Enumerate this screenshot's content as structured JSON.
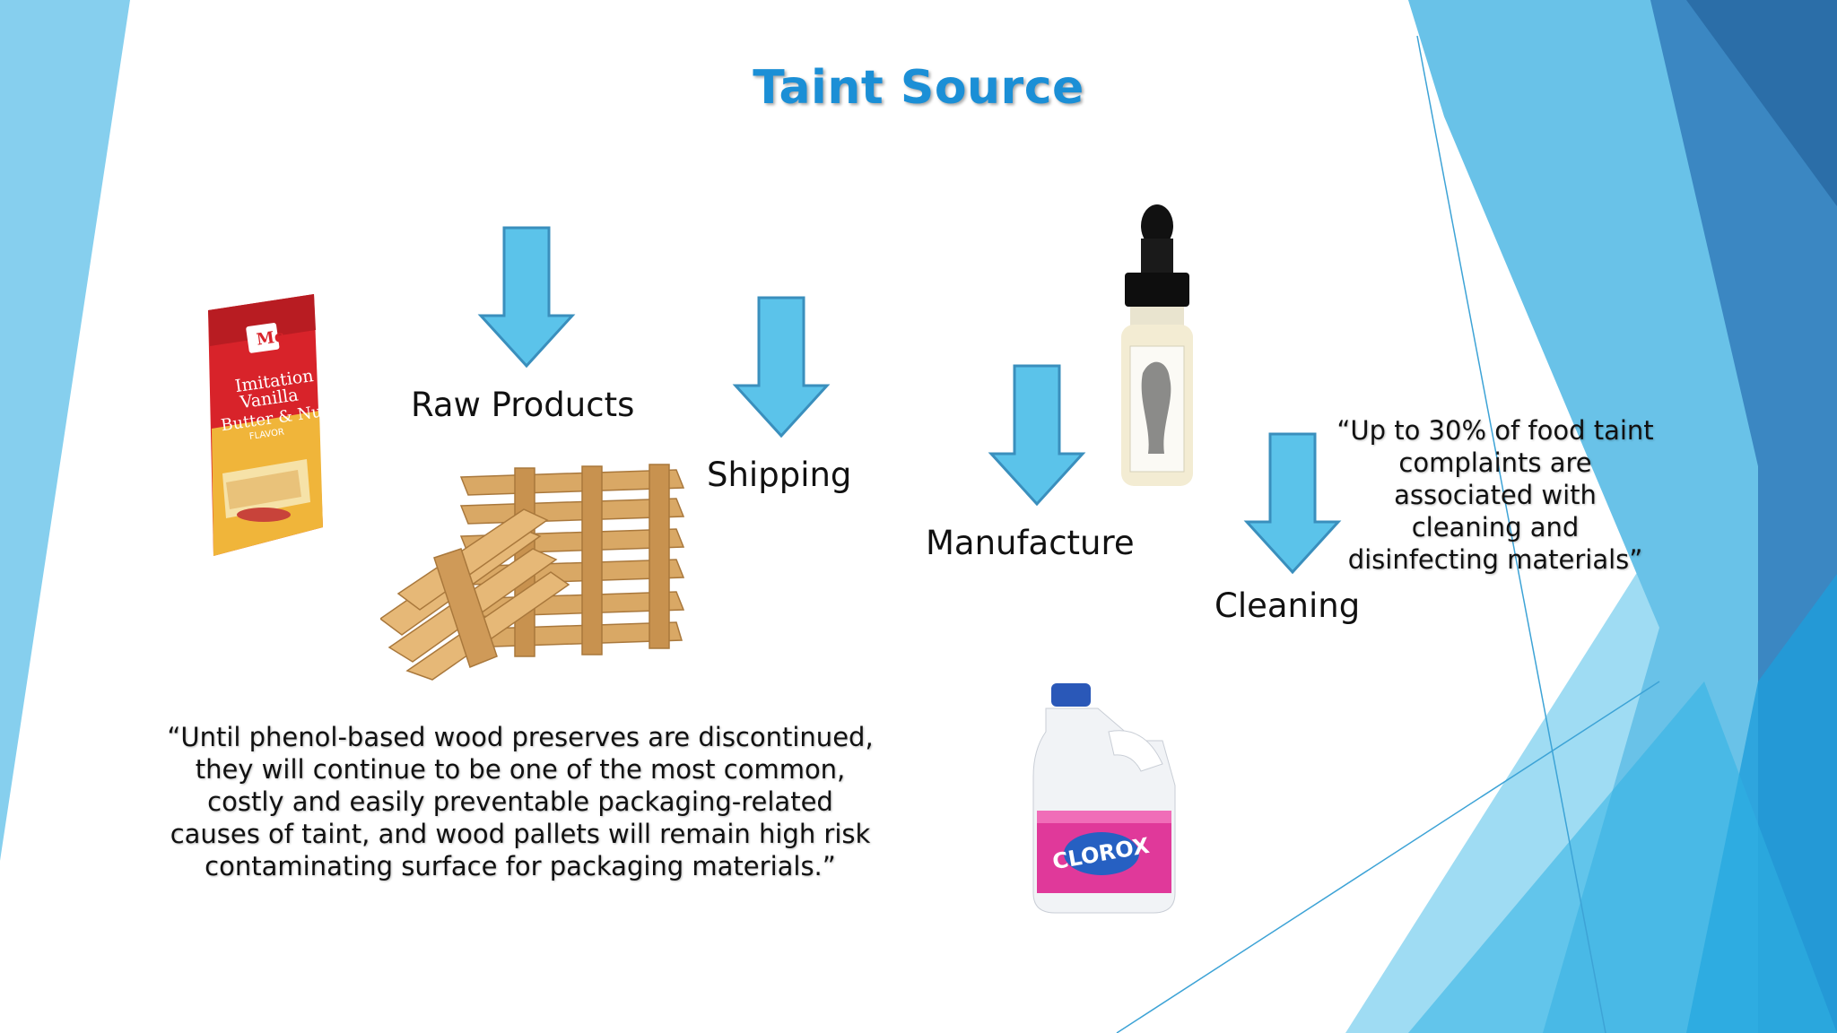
{
  "slide": {
    "title": "Taint Source",
    "stages": [
      {
        "label": "Raw Products"
      },
      {
        "label": "Shipping"
      },
      {
        "label": "Manufacture"
      },
      {
        "label": "Cleaning"
      }
    ],
    "quotes": {
      "wood": "“Until phenol-based wood preserves are discontinued, they will continue to be one of the most common, costly and easily preventable packaging-related causes of taint, and wood pallets will remain high risk contaminating surface for packaging materials.”",
      "cleaning": "“Up to 30% of food taint complaints are associated with cleaning and disinfecting materials”"
    },
    "images": {
      "flavor_box": {
        "brand": "McCormick",
        "line1": "Imitation",
        "line2": "Vanilla",
        "line3": "Butter & Nut",
        "line4": "FLAVOR"
      },
      "bleach": {
        "brand": "CLOROX"
      }
    },
    "colors": {
      "arrow_fill": "#5bc3ea",
      "arrow_stroke": "#3a8fbd",
      "title": "#1b8fd6"
    }
  }
}
